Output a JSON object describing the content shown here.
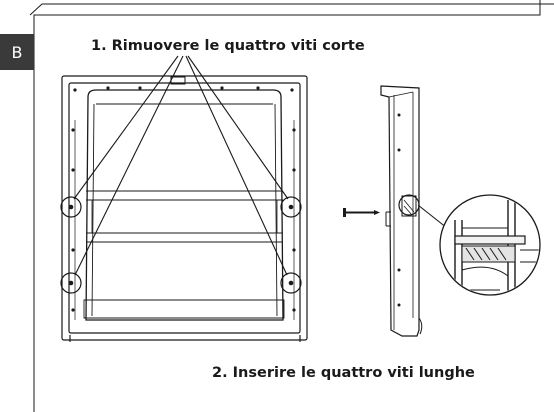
{
  "section_label": "B",
  "step1_text": "1. Rimuovere le quattro viti corte",
  "step2_text": "2. Inserire le quattro viti lunghe",
  "colors": {
    "line": "#1a1a1a",
    "tab": "#3a3a3a",
    "fill_light": "#f2f2f2"
  },
  "icons": [
    "short-screw",
    "long-screw"
  ]
}
